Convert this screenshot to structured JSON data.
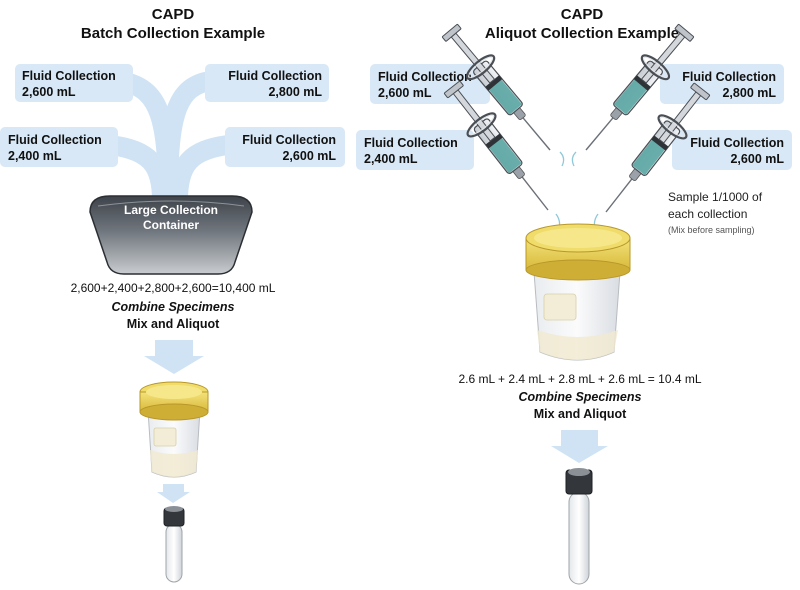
{
  "left": {
    "title_line1": "CAPD",
    "title_line2": "Batch Collection Example",
    "collections": [
      {
        "label": "Fluid Collection",
        "volume": "2,600 mL"
      },
      {
        "label": "Fluid Collection",
        "volume": "2,800 mL"
      },
      {
        "label": "Fluid Collection",
        "volume": "2,400 mL"
      },
      {
        "label": "Fluid Collection",
        "volume": "2,600 mL"
      }
    ],
    "container_line1": "Large Collection",
    "container_line2": "Container",
    "equation": "2,600+2,400+2,800+2,600=10,400 mL",
    "combine": "Combine Specimens",
    "mix": "Mix and Aliquot"
  },
  "right": {
    "title_line1": "CAPD",
    "title_line2": "Aliquot Collection Example",
    "collections": [
      {
        "label": "Fluid Collection",
        "volume": "2,600 mL"
      },
      {
        "label": "Fluid Collection",
        "volume": "2,800 mL"
      },
      {
        "label": "Fluid Collection",
        "volume": "2,400 mL"
      },
      {
        "label": "Fluid Collection",
        "volume": "2,600 mL"
      }
    ],
    "sample_line1": "Sample 1/1000 of",
    "sample_line2": "each collection",
    "sample_note": "(Mix before sampling)",
    "equation": "2.6 mL + 2.4 mL + 2.8 mL + 2.6 mL = 10.4 mL",
    "combine": "Combine Specimens",
    "mix": "Mix and Aliquot"
  },
  "colors": {
    "flow_blue": "#cfe3f5",
    "box_blue": "#dbe9f7",
    "lid_yellow": "#e8cf52",
    "container_gray": "#555a60",
    "liquid_teal": "#4fa3a0"
  }
}
